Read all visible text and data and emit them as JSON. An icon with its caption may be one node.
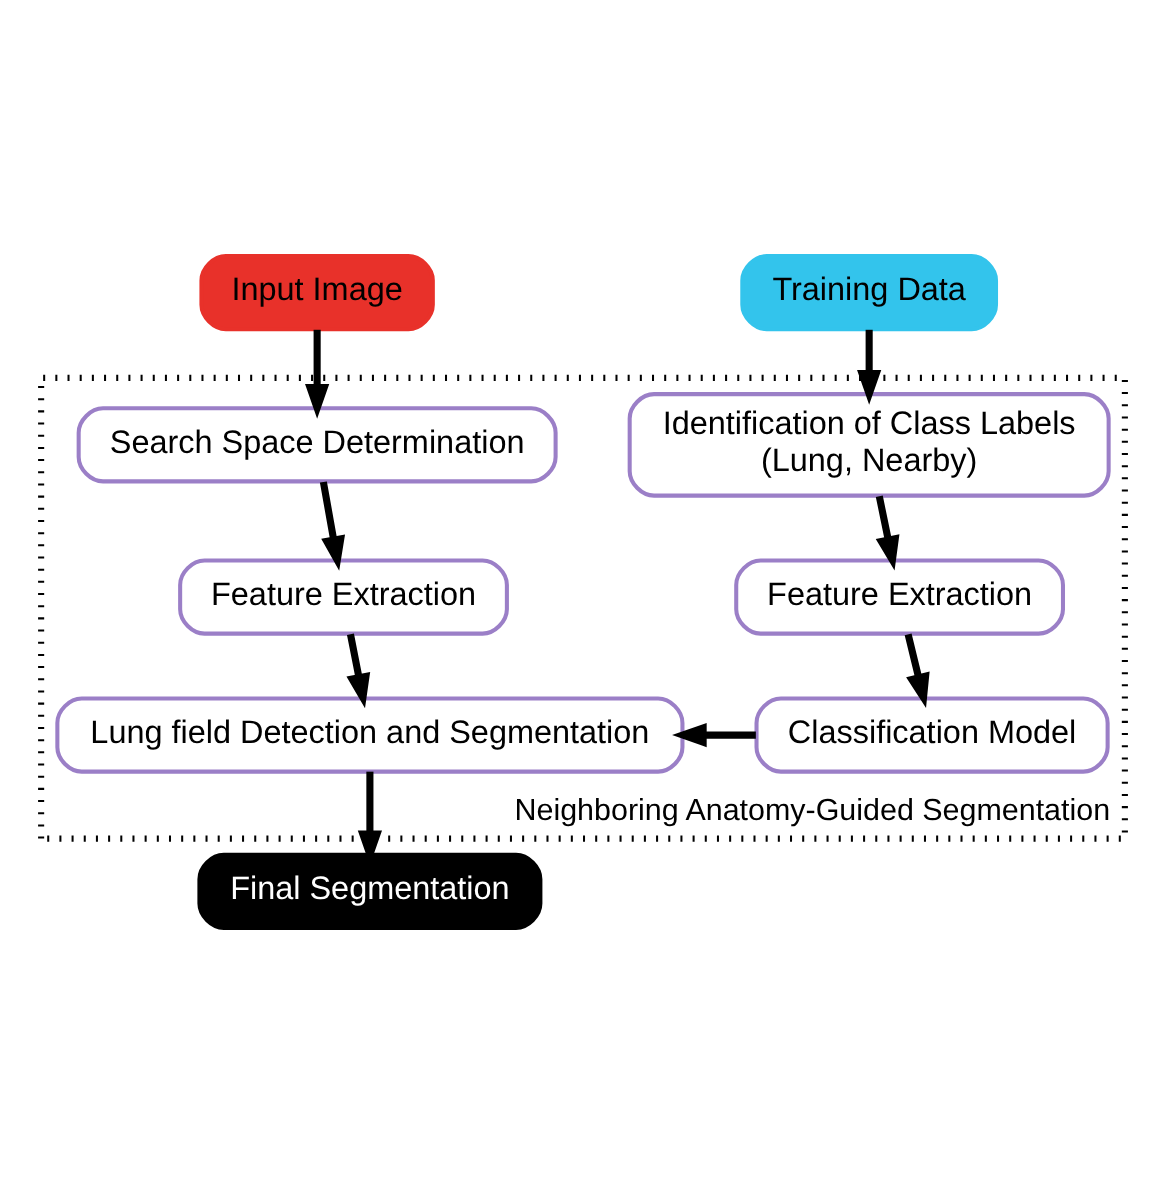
{
  "diagram": {
    "nodes": [
      {
        "text": [
          "Input Image"
        ]
      },
      {
        "text": [
          "Training Data"
        ]
      },
      {
        "text": [
          "Neighboring Anatomy-Guided Segmentation"
        ]
      },
      {
        "text": [
          "Search Space Determination"
        ],
        "in": 2
      },
      {
        "text": [
          "Identification of Class Labels",
          "(Lung, Nearby)"
        ],
        "in": 2
      },
      {
        "text": [
          "Feature Extraction"
        ],
        "in": 2
      },
      {
        "text": [
          "Feature Extraction"
        ],
        "in": 2
      },
      {
        "text": [
          "Lung field Detection and Segmentation"
        ],
        "in": 2
      },
      {
        "text": [
          "Classification Model"
        ],
        "in": 2
      },
      {
        "text": [
          "Final Segmentation"
        ]
      }
    ],
    "edges": [
      {
        "from": 0,
        "to": 3,
        "arrow": "to"
      },
      {
        "from": 1,
        "to": 4,
        "arrow": "to"
      },
      {
        "from": 3,
        "to": 5,
        "arrow": "to"
      },
      {
        "from": 4,
        "to": 6,
        "arrow": "to"
      },
      {
        "from": 5,
        "to": 7,
        "arrow": "to"
      },
      {
        "from": 6,
        "to": 8,
        "arrow": "to"
      },
      {
        "from": 8,
        "to": 7,
        "arrow": "to"
      },
      {
        "from": 7,
        "to": 9,
        "arrow": "to"
      }
    ]
  }
}
